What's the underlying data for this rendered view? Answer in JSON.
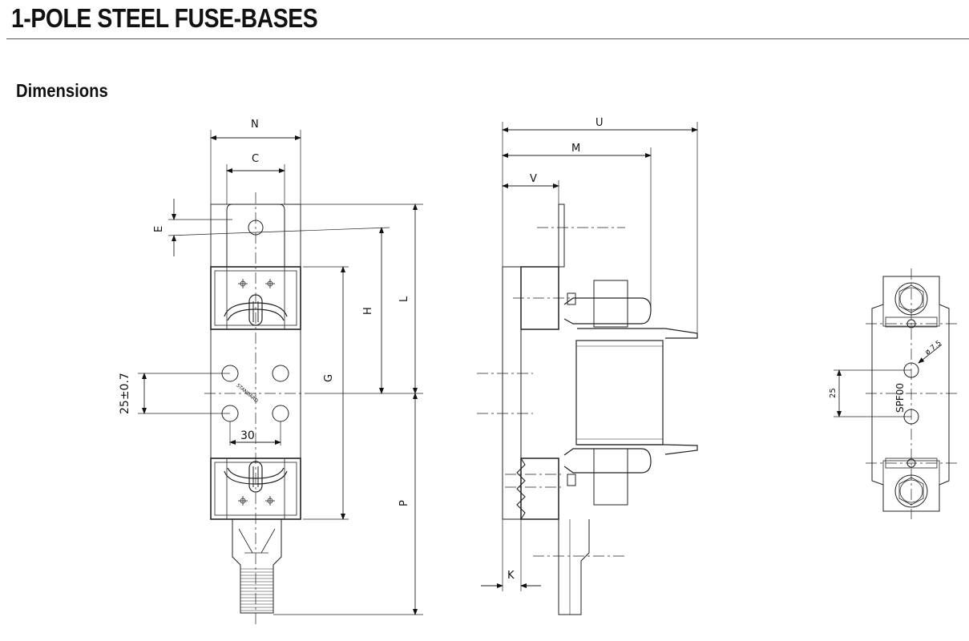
{
  "title": "1-POLE STEEL FUSE-BASES",
  "section": "Dimensions",
  "front_view": {
    "dims": {
      "N": "N",
      "C": "C",
      "E": "E",
      "H": "H",
      "L": "L",
      "G": "G",
      "P": "P"
    },
    "hole_spacing_v": "25±0.7",
    "hole_spacing_h": "30",
    "stamp": "STANDARD"
  },
  "side_view": {
    "dims": {
      "U": "U",
      "M": "M",
      "V": "V",
      "K": "K"
    }
  },
  "end_view": {
    "dim_25": "25",
    "diameter": "ø 7.5",
    "model": "SPF00"
  }
}
